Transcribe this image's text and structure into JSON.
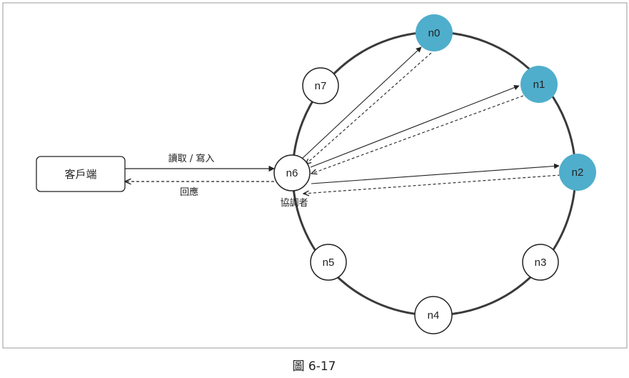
{
  "client": {
    "label": "客戶端"
  },
  "coordinator": {
    "label": "協調者"
  },
  "edges": {
    "request_label": "讀取 / 寫入",
    "response_label": "回應"
  },
  "nodes": [
    {
      "id": "n0",
      "label": "n0",
      "replica": true
    },
    {
      "id": "n1",
      "label": "n1",
      "replica": true
    },
    {
      "id": "n2",
      "label": "n2",
      "replica": true
    },
    {
      "id": "n3",
      "label": "n3",
      "replica": false
    },
    {
      "id": "n4",
      "label": "n4",
      "replica": false
    },
    {
      "id": "n5",
      "label": "n5",
      "replica": false
    },
    {
      "id": "n6",
      "label": "n6",
      "replica": false
    },
    {
      "id": "n7",
      "label": "n7",
      "replica": false
    }
  ],
  "colors": {
    "replica_fill": "#4faecb",
    "node_fill": "#ffffff",
    "stroke": "#222222",
    "ring": "#3a3a3a",
    "frame": "#9a9a9a"
  },
  "caption": "圖 6-17"
}
